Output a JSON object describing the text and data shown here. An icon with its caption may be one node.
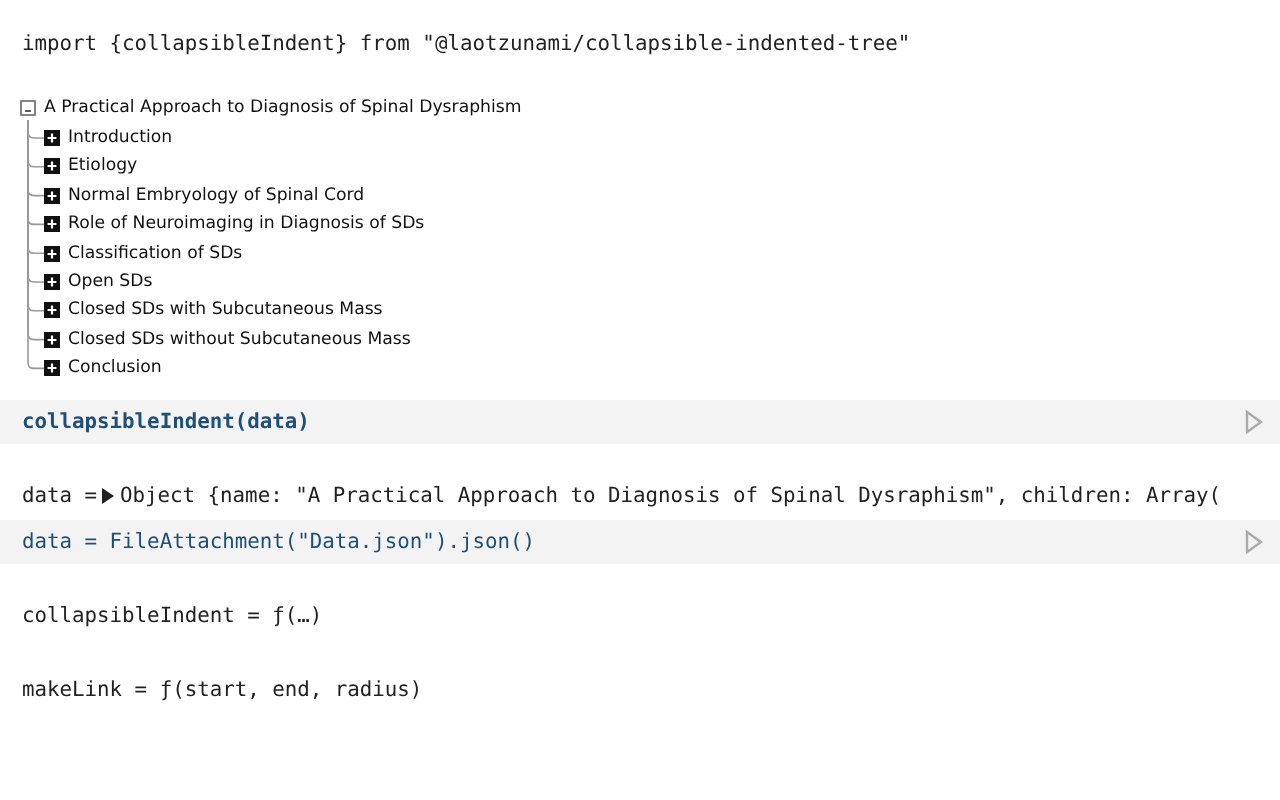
{
  "diagram": {
    "nodes": [
      {
        "text": [
          "A Practical Approach to Diagnosis of Spinal Dysraphism"
        ]
      },
      {
        "text": [
          "Introduction"
        ]
      },
      {
        "text": [
          "Etiology"
        ]
      },
      {
        "text": [
          "Normal Embryology of Spinal Cord"
        ]
      },
      {
        "text": [
          "Role of Neuroimaging in Diagnosis of SDs"
        ]
      },
      {
        "text": [
          "Classification of SDs"
        ]
      },
      {
        "text": [
          "Open SDs"
        ]
      },
      {
        "text": [
          "Closed SDs with Subcutaneous Mass"
        ]
      },
      {
        "text": [
          "Closed SDs without Subcutaneous Mass"
        ]
      },
      {
        "text": [
          "Conclusion"
        ]
      }
    ],
    "edges": [
      {
        "from": 0,
        "to": 1,
        "arrow": "none"
      },
      {
        "from": 0,
        "to": 2,
        "arrow": "none"
      },
      {
        "from": 0,
        "to": 3,
        "arrow": "none"
      },
      {
        "from": 0,
        "to": 4,
        "arrow": "none"
      },
      {
        "from": 0,
        "to": 5,
        "arrow": "none"
      },
      {
        "from": 0,
        "to": 6,
        "arrow": "none"
      },
      {
        "from": 0,
        "to": 7,
        "arrow": "none"
      },
      {
        "from": 0,
        "to": 8,
        "arrow": "none"
      },
      {
        "from": 0,
        "to": 9,
        "arrow": "none"
      }
    ],
    "labels": [
      "import {collapsibleIndent} from \"@laotzunami/collapsible-indented-tree\"",
      "collapsibleIndent(data)",
      "data =",
      "Object {name: \"A Practical Approach to Diagnosis of Spinal Dysraphism\", children: Array(",
      "data = FileAttachment(\"Data.json\").json()",
      "collapsibleIndent = ƒ(…)",
      "makeLink = ƒ(start, end, radius)"
    ]
  }
}
